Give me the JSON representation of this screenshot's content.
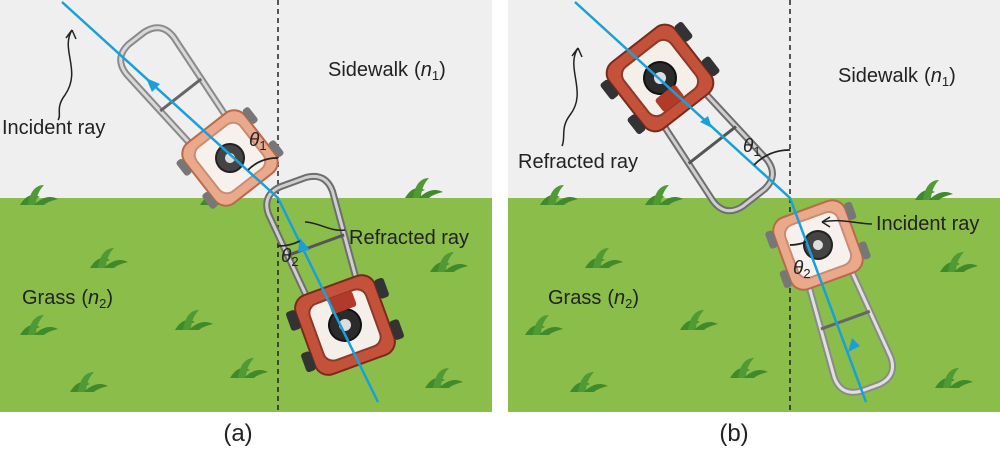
{
  "panels": [
    {
      "id": "a",
      "caption": "(a)",
      "top_region_label": "Sidewalk",
      "top_region_index": "n1",
      "bottom_region_label": "Grass",
      "bottom_region_index": "n2",
      "ray_label_1": "Incident ray",
      "ray_label_2": "Refracted ray",
      "angle_1": "θ1",
      "angle_2": "θ2"
    },
    {
      "id": "b",
      "caption": "(b)",
      "top_region_label": "Sidewalk",
      "top_region_index": "n1",
      "bottom_region_label": "Grass",
      "bottom_region_index": "n2",
      "ray_label_1": "Refracted ray",
      "ray_label_2": "Incident ray",
      "angle_1": "θ1",
      "angle_2": "θ2"
    }
  ],
  "colors": {
    "sidewalk": "#efefef",
    "grass": "#8bbd4a",
    "grass_blades": "#3f8a2a",
    "ray": "#1aa0d8",
    "mower_deck_a": "#e8a68a",
    "mower_deck_b": "#c4523a",
    "handle": "#8a8a8a"
  },
  "icons": [
    "lawn-mower-icon",
    "grass-tuft-icon",
    "arrow-head-icon"
  ]
}
